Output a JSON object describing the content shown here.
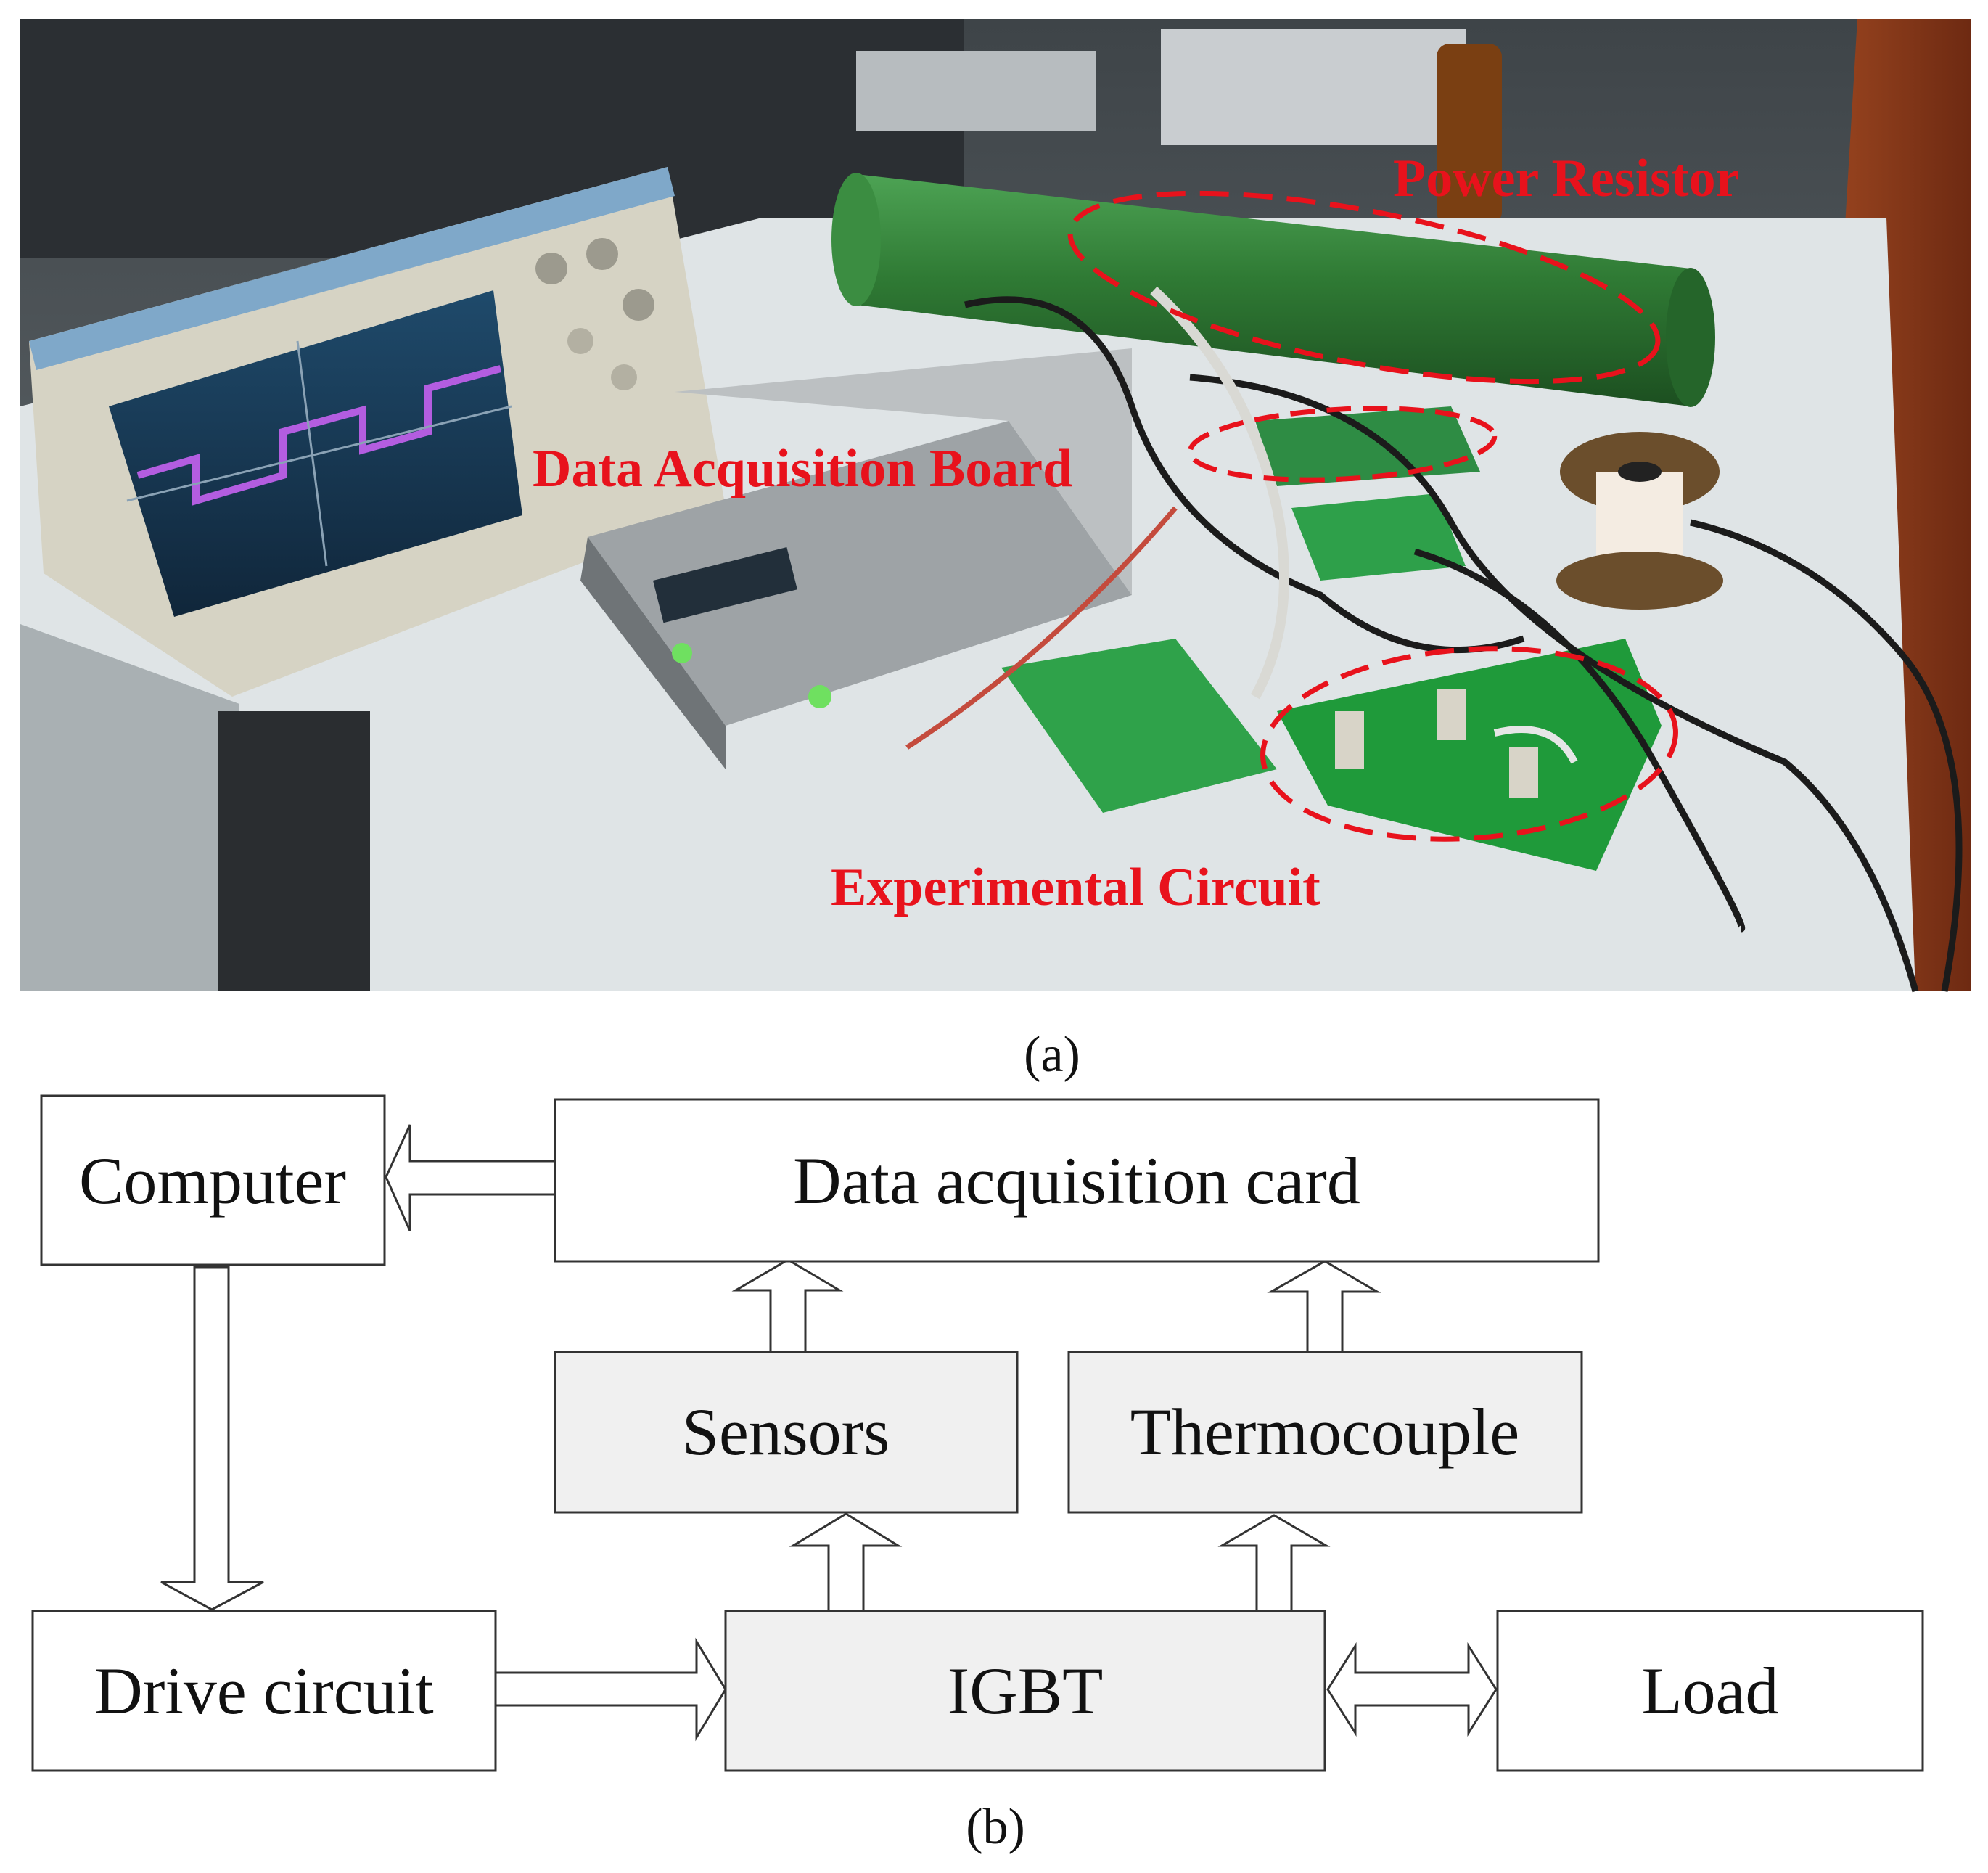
{
  "panel_a": {
    "caption": "(a)",
    "annotations": {
      "power_resistor": "Power Resistor",
      "data_acquisition_board": "Data Acquisition Board",
      "experimental_circuit": "Experimental Circuit"
    },
    "colors": {
      "annotation": "#e8121c",
      "resistor": "#2f7a34",
      "pcb": "#1f9a3a",
      "table": "#dfe4e6",
      "floor": "#8a3a1c",
      "scope_trace": "#b35de0"
    }
  },
  "panel_b": {
    "caption": "(b)",
    "blocks": {
      "computer": "Computer",
      "data_acquisition_card": "Data acquisition card",
      "sensors": "Sensors",
      "thermocouple": "Thermocouple",
      "drive_circuit": "Drive circuit",
      "igbt": "IGBT",
      "load": "Load"
    },
    "colors": {
      "shaded_block": "#f0f0f0",
      "plain_block": "#ffffff",
      "stroke": "#333333"
    }
  }
}
